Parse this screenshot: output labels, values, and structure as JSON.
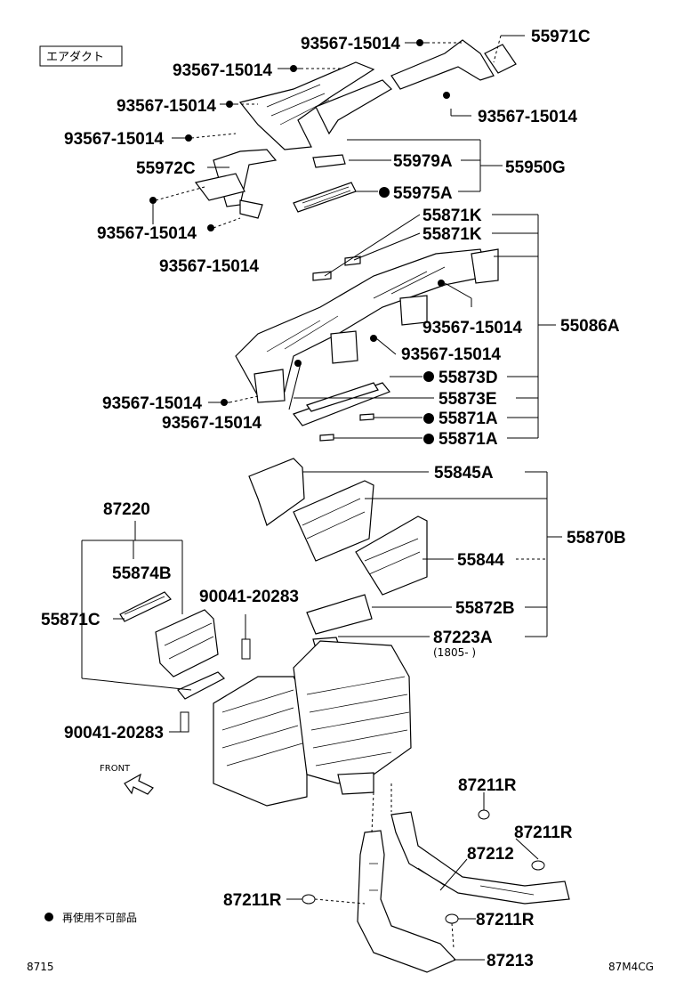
{
  "title_box": "エアダクト",
  "legend": "再使用不可部品",
  "footer_left": "8715",
  "footer_right": "87M4CG",
  "front_label": "FRONT",
  "labels": {
    "p55971C": "55971C",
    "p93567_a": "93567-15014",
    "p93567_b": "93567-15014",
    "p93567_c": "93567-15014",
    "p93567_d": "93567-15014",
    "p93567_e": "93567-15014",
    "p55979A": "55979A",
    "p55950G": "55950G",
    "p55972C": "55972C",
    "p55975A": "55975A",
    "p93567_f": "93567-15014",
    "p93567_g": "93567-15014",
    "p55871K_1": "55871K",
    "p55871K_2": "55871K",
    "p93567_h": "93567-15014",
    "p55086A": "55086A",
    "p93567_i": "93567-15014",
    "p55873D": "55873D",
    "p93567_j": "93567-15014",
    "p55873E": "55873E",
    "p93567_k": "93567-15014",
    "p55871A_1": "55871A",
    "p55871A_2": "55871A",
    "p55845A": "55845A",
    "p87220": "87220",
    "p55870B": "55870B",
    "p55874B": "55874B",
    "p55844": "55844",
    "p90041_a": "90041-20283",
    "p55871C": "55871C",
    "p55872B": "55872B",
    "p87223A": "87223A",
    "p87223A_note": "(1805-     )",
    "p90041_b": "90041-20283",
    "p87211R_1": "87211R",
    "p87211R_2": "87211R",
    "p87212": "87212",
    "p87211R_3": "87211R",
    "p87211R_4": "87211R",
    "p87213": "87213"
  }
}
